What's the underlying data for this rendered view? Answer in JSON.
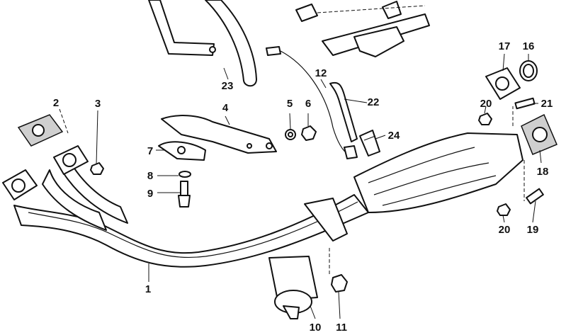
{
  "callouts": [
    {
      "id": "c1",
      "text": "1"
    },
    {
      "id": "c2",
      "text": "2"
    },
    {
      "id": "c3",
      "text": "3"
    },
    {
      "id": "c4",
      "text": "4"
    },
    {
      "id": "c5",
      "text": "5"
    },
    {
      "id": "c6",
      "text": "6"
    },
    {
      "id": "c7",
      "text": "7"
    },
    {
      "id": "c8",
      "text": "8"
    },
    {
      "id": "c9",
      "text": "9"
    },
    {
      "id": "c10",
      "text": "10"
    },
    {
      "id": "c11",
      "text": "11"
    },
    {
      "id": "c12",
      "text": "12"
    },
    {
      "id": "c16",
      "text": "16"
    },
    {
      "id": "c17",
      "text": "17"
    },
    {
      "id": "c18",
      "text": "18"
    },
    {
      "id": "c19",
      "text": "19"
    },
    {
      "id": "c20a",
      "text": "20"
    },
    {
      "id": "c20b",
      "text": "20"
    },
    {
      "id": "c21",
      "text": "21"
    },
    {
      "id": "c22",
      "text": "22"
    },
    {
      "id": "c23",
      "text": "23"
    },
    {
      "id": "c24",
      "text": "24"
    }
  ]
}
